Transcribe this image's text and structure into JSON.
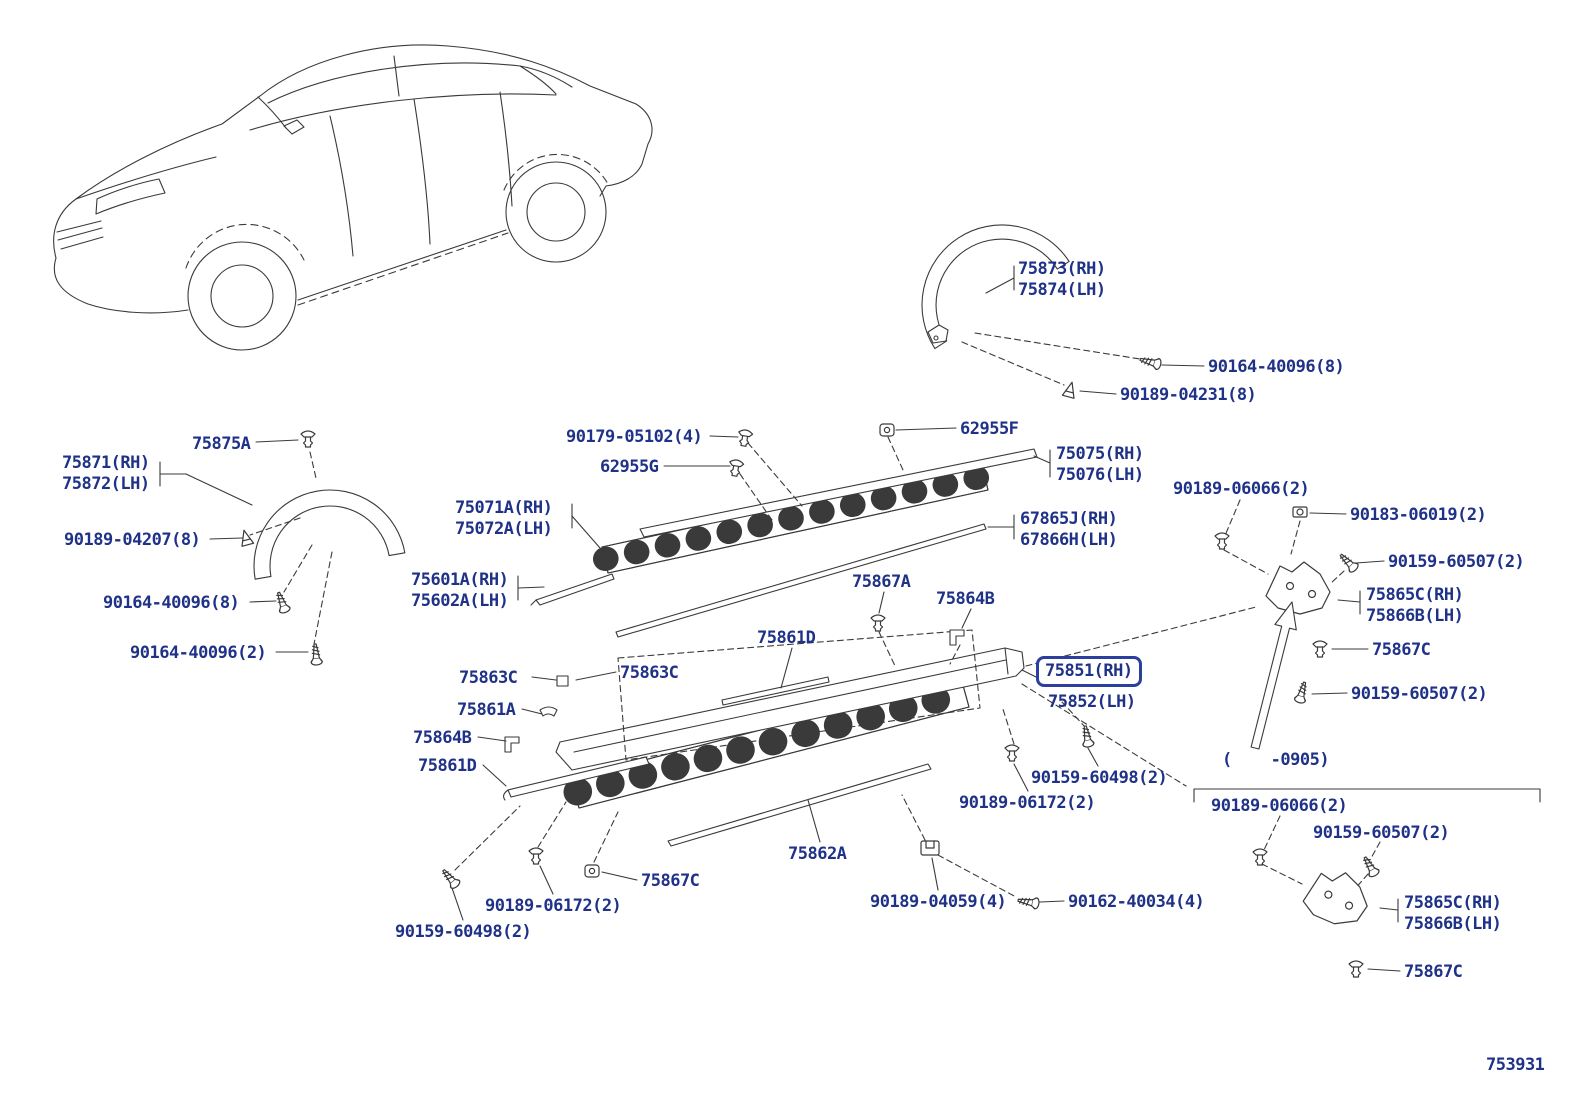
{
  "figure_number": "753931",
  "applicability_note": "(    -0905)",
  "selected_part": "75851(RH)",
  "colors": {
    "label_text": "#1f3288",
    "line_art": "#3a3a3a",
    "highlight_box": "#2a3f9e"
  },
  "labels": {
    "arch_rr_rh": "75873(RH)",
    "arch_rr_lh": "75874(LH)",
    "screw_40096_8_rr": "90164-40096(8)",
    "clip_04231": "90189-04231(8)",
    "clip_75875a": "75875A",
    "arch_fr_rh": "75871(RH)",
    "arch_fr_lh": "75872(LH)",
    "clip_04207": "90189-04207(8)",
    "screw_40096_8_fr": "90164-40096(8)",
    "screw_40096_2_fr": "90164-40096(2)",
    "clip_05102": "90179-05102(4)",
    "grommet_62955g": "62955G",
    "grommet_62955f": "62955F",
    "mldg_75075_rh": "75075(RH)",
    "mldg_75076_lh": "75076(LH)",
    "pad_75071a_rh": "75071A(RH)",
    "pad_75072a_lh": "75072A(LH)",
    "mldg_67865j_rh": "67865J(RH)",
    "mldg_67866h_lh": "67866H(LH)",
    "mldg_75601a_rh": "75601A(RH)",
    "mldg_75602a_lh": "75602A(LH)",
    "clip_75867a": "75867A",
    "bracket_75864b_r": "75864B",
    "mldg_75861d_u": "75861D",
    "clip_06066_u": "90189-06066(2)",
    "nut_06019": "90183-06019(2)",
    "screw_60507_1": "90159-60507(2)",
    "bracket_75865c_1": "75865C(RH)",
    "bracket_75866b_1": "75866B(LH)",
    "clip_75867c_1": "75867C",
    "screw_60507_2": "90159-60507(2)",
    "rocker_75851": "75851(RH)",
    "rocker_75852": "75852(LH)",
    "clip_75863c_l": "75863C",
    "clip_75863c_r": "75863C",
    "mldg_75861a": "75861A",
    "bracket_75864b_l": "75864B",
    "mldg_75861d_l": "75861D",
    "screw_60498_r": "90159-60498(2)",
    "clip_06172_r": "90189-06172(2)",
    "clip_06066_l": "90189-06066(2)",
    "screw_60507_3": "90159-60507(2)",
    "mldg_75862a": "75862A",
    "clip_75867c_2": "75867C",
    "clip_06172_l": "90189-06172(2)",
    "screw_60498_l": "90159-60498(2)",
    "clip_04059": "90189-04059(4)",
    "screw_40034": "90162-40034(4)",
    "bracket_75865c_2": "75865C(RH)",
    "bracket_75866b_2": "75866B(LH)",
    "clip_75867c_3": "75867C"
  }
}
